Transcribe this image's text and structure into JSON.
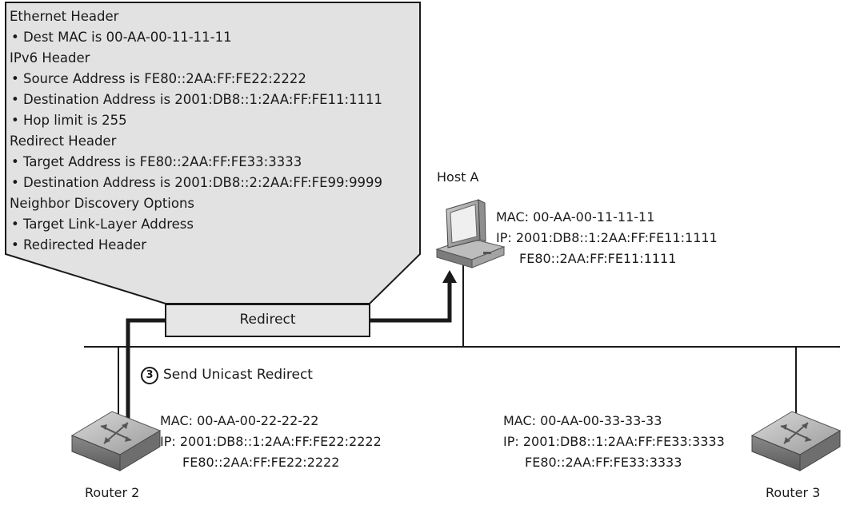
{
  "callout": {
    "lines": [
      "Ethernet Header",
      "• Dest MAC is 00-AA-00-11-11-11",
      "IPv6 Header",
      "• Source Address is FE80::2AA:FF:FE22:2222",
      "• Destination Address is 2001:DB8::1:2AA:FF:FE11:1111",
      "• Hop limit is 255",
      "Redirect Header",
      "• Target Address is FE80::2AA:FF:FE33:3333",
      "• Destination Address is 2001:DB8::2:2AA:FF:FE99:9999",
      "Neighbor Discovery Options",
      "• Target Link-Layer Address",
      "• Redirected Header"
    ]
  },
  "message_box": {
    "label": "Redirect"
  },
  "step": {
    "number": "3",
    "label": "Send Unicast Redirect"
  },
  "host_a": {
    "name": "Host A",
    "mac": "MAC: 00-AA-00-11-11-11",
    "ip": "IP: 2001:DB8::1:2AA:FF:FE11:1111",
    "ip2": "FE80::2AA:FF:FE11:1111"
  },
  "router_2": {
    "name": "Router 2",
    "mac": "MAC: 00-AA-00-22-22-22",
    "ip": "IP: 2001:DB8::1:2AA:FF:FE22:2222",
    "ip2": "FE80::2AA:FF:FE22:2222"
  },
  "router_3": {
    "name": "Router 3",
    "mac": "MAC: 00-AA-00-33-33-33",
    "ip": "IP: 2001:DB8::1:2AA:FF:FE33:3333",
    "ip2": "FE80::2AA:FF:FE33:3333"
  },
  "colors": {
    "callout_fill": "#e2e2e2",
    "box_fill": "#e6e6e6",
    "line": "#1a1a1a"
  }
}
